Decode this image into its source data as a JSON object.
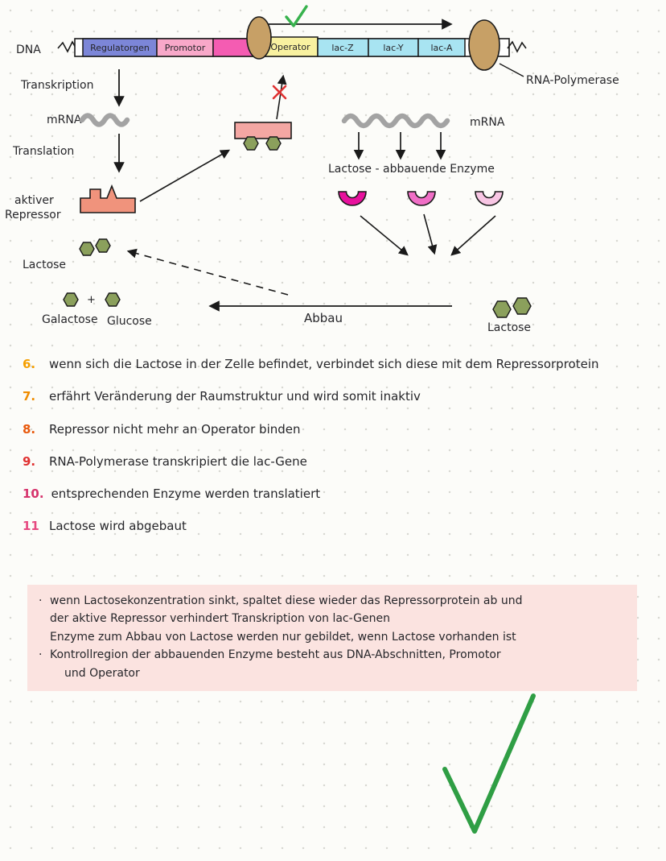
{
  "diagram": {
    "dna_label": "DNA",
    "gene_boxes": [
      {
        "label": "Regulatorgen",
        "color": "#7c86d8"
      },
      {
        "label": "Promotor",
        "color": "#f8a8c9"
      },
      {
        "label": "",
        "color": "#f45cb2"
      },
      {
        "label": "Operator",
        "color": "#f8f1a0"
      },
      {
        "label": "lac-Z",
        "color": "#a8e4f2"
      },
      {
        "label": "lac-Y",
        "color": "#a8e4f2"
      },
      {
        "label": "lac-A",
        "color": "#a8e4f2"
      }
    ],
    "rna_polymerase_label": "RNA-Polymerase",
    "rna_polymerase_color": "#c7a066",
    "transkription_label": "Transkription",
    "mrna_label_left": "mRNA",
    "mrna_label_right": "mRNA",
    "translation_label": "Translation",
    "aktiver_label": "aktiver",
    "repressor_label": "Repressor",
    "repressor_color": "#f0937c",
    "complex_color": "#f4a7a3",
    "lactose_label_left": "Lactose",
    "galactose_label": "Galactose",
    "plus_sign": "+",
    "glucose_label": "Glucose",
    "abbau_label": "Abbau",
    "enzyme_heading": "Lactose - abbauende Enzyme",
    "enzyme_colors": [
      "#e8119d",
      "#f06ec6",
      "#f8c6e4"
    ],
    "hexagon_color": "#8ba05c",
    "lactose_label_right": "Lactose",
    "check_color": "#2f9e44",
    "blocked_x_color": "#e03131"
  },
  "notes": [
    {
      "num": "6.",
      "color": "#f59f00",
      "text": "wenn sich die Lactose in der Zelle befindet, verbindet sich diese mit dem Repressorprotein"
    },
    {
      "num": "7.",
      "color": "#f08c00",
      "text": "erfährt Veränderung der Raumstruktur und wird somit inaktiv"
    },
    {
      "num": "8.",
      "color": "#e8590c",
      "text": "Repressor nicht mehr an Operator binden"
    },
    {
      "num": "9.",
      "color": "#e03131",
      "text": "RNA-Polymerase transkripiert die lac-Gene"
    },
    {
      "num": "10.",
      "color": "#d6336c",
      "text": "entsprechenden Enzyme werden translatiert"
    },
    {
      "num": "11",
      "color": "#e64980",
      "text": "Lactose wird abgebaut"
    }
  ],
  "infobox": {
    "background": "#fbe3e0",
    "lines": [
      {
        "bullet": "·",
        "text": "wenn Lactosekonzentration sinkt, spaltet diese wieder das Repressorprotein ab und"
      },
      {
        "bullet": "",
        "text": "der aktive Repressor verhindert Transkription von lac-Genen"
      },
      {
        "bullet": "",
        "text": "Enzyme zum Abbau von Lactose werden nur gebildet, wenn Lactose vorhanden ist"
      },
      {
        "bullet": "·",
        "text": "Kontrollregion der abbauenden Enzyme besteht aus DNA-Abschnitten, Promotor"
      },
      {
        "bullet": "",
        "text": "und Operator"
      }
    ]
  }
}
